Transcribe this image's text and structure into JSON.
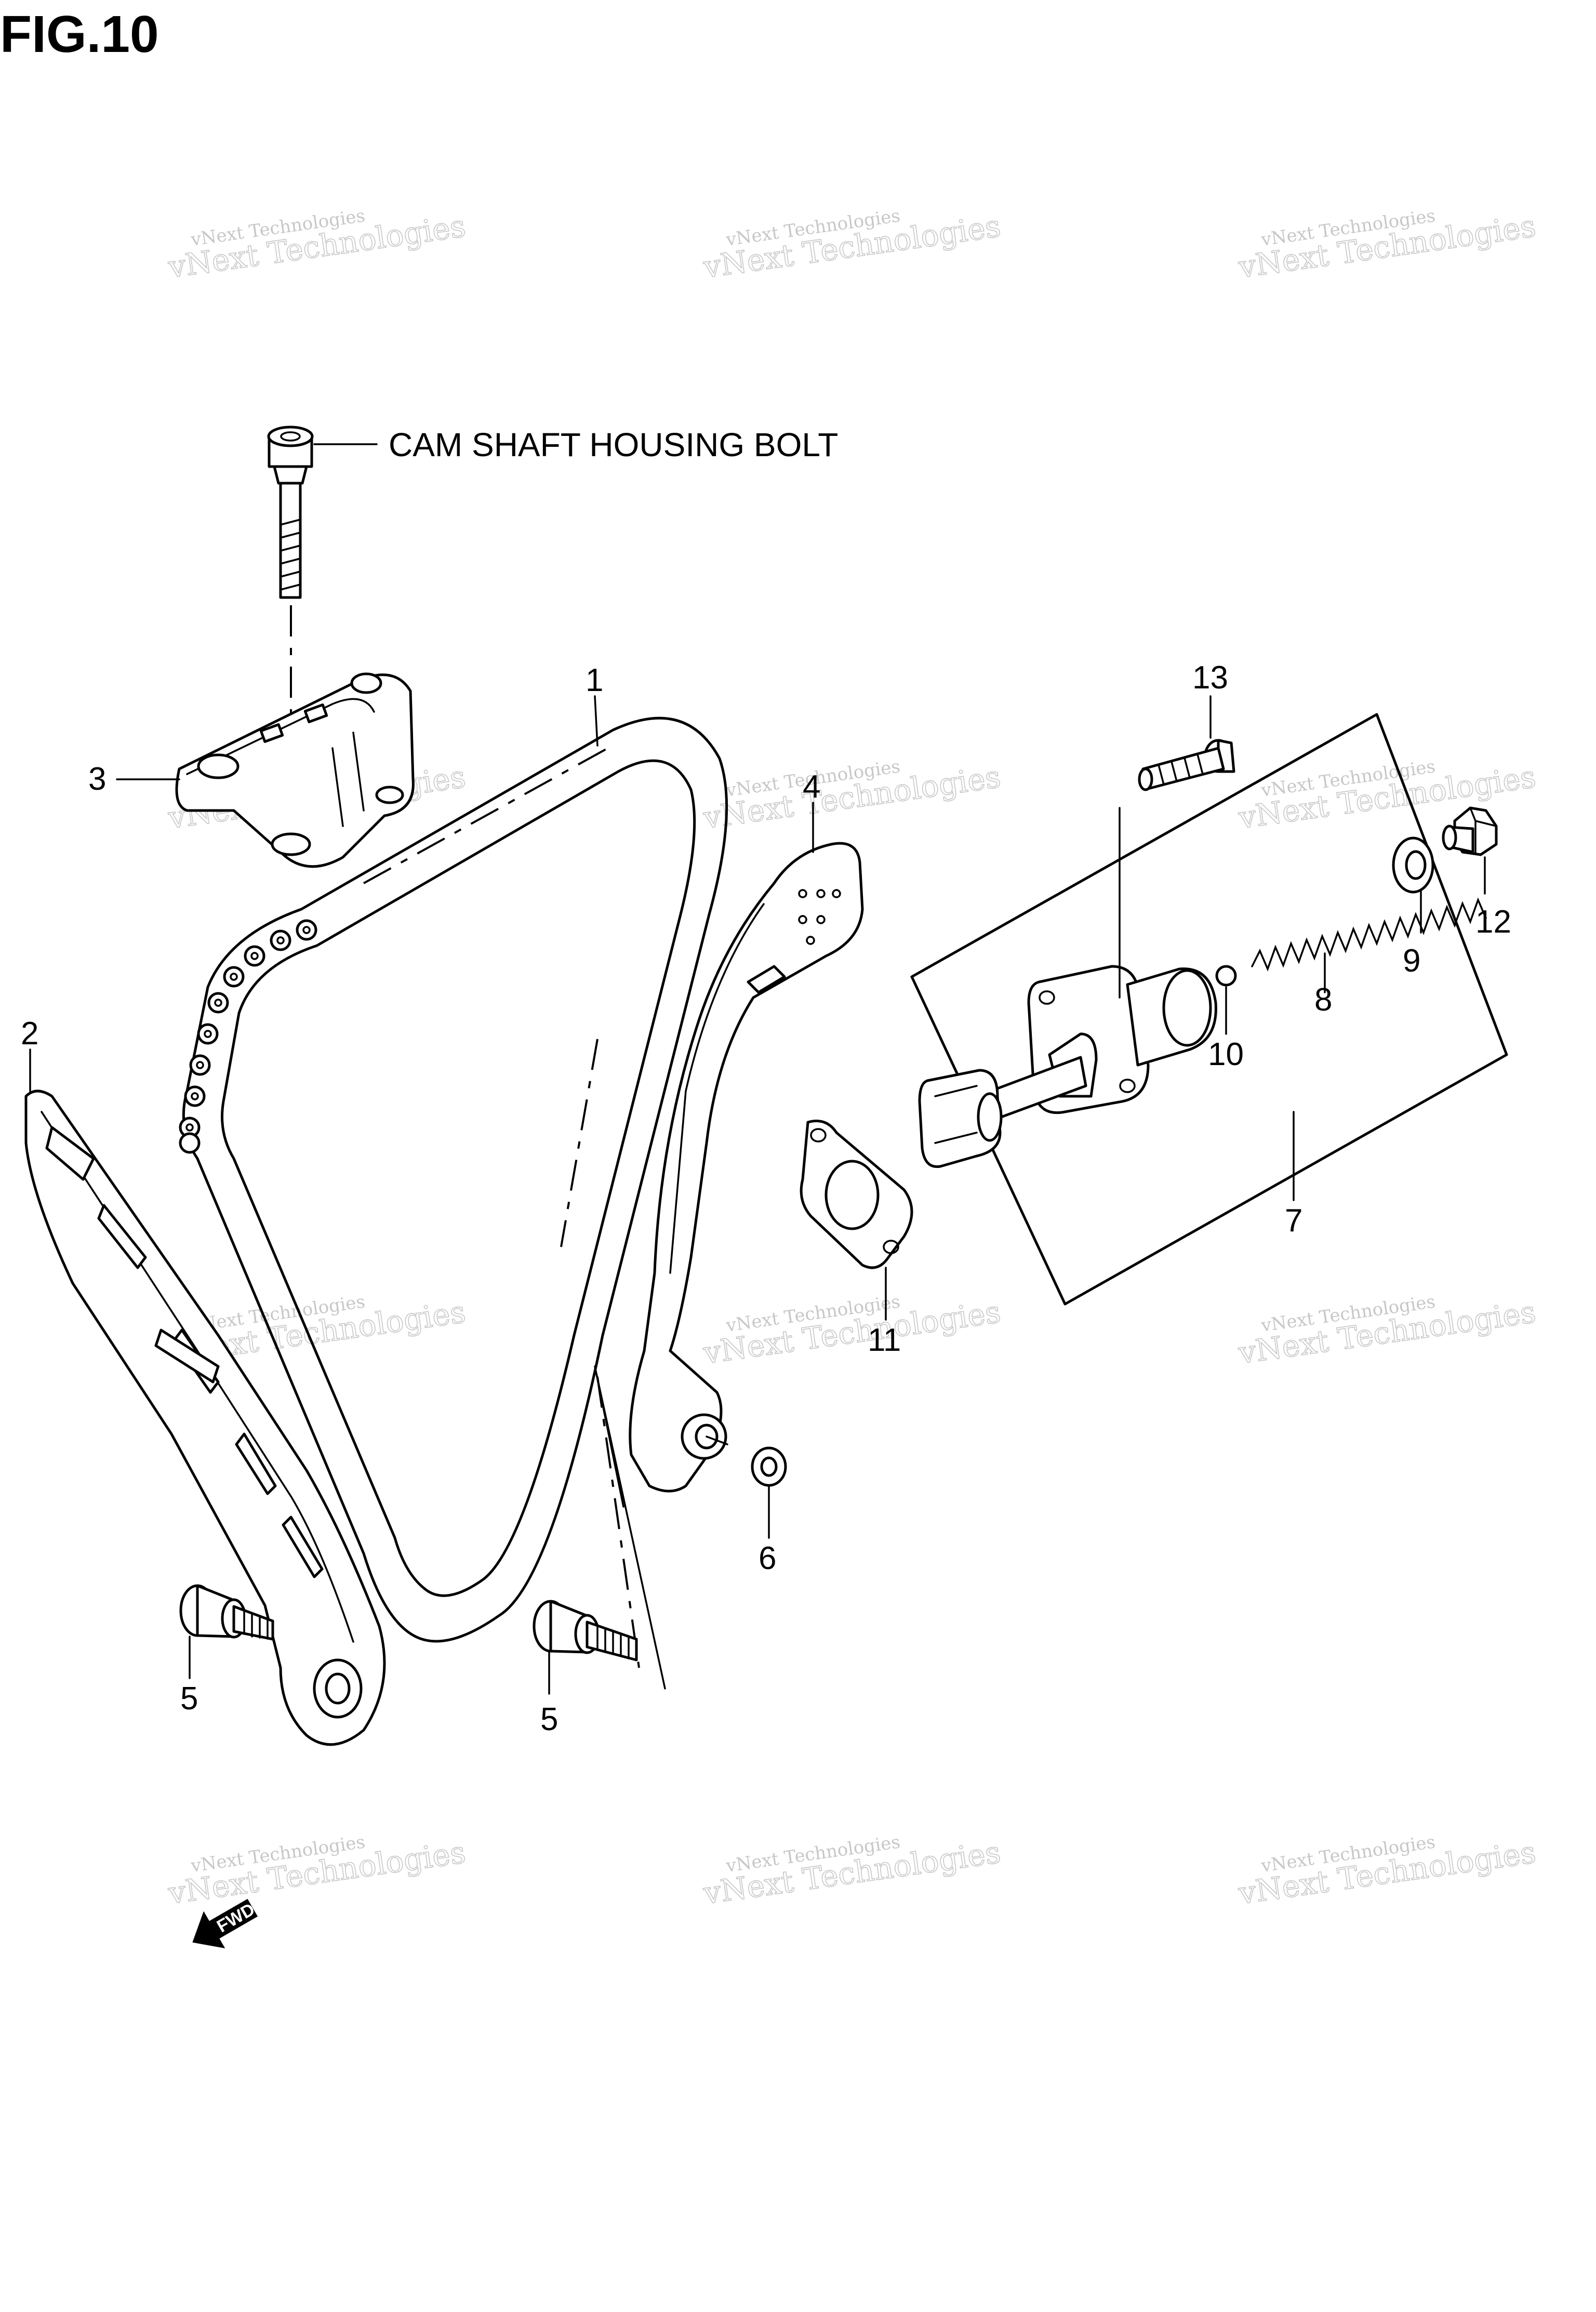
{
  "figure": {
    "title": "FIG.10",
    "cam_shaft_bolt_label": "CAM SHAFT HOUSING BOLT",
    "fwd_label": "FWD"
  },
  "callouts": [
    "1",
    "2",
    "3",
    "4",
    "5",
    "5",
    "6",
    "7",
    "8",
    "9",
    "10",
    "11",
    "12",
    "13"
  ],
  "watermark": {
    "line1": "vNext Technologies",
    "line2": "vNext Technologies"
  }
}
